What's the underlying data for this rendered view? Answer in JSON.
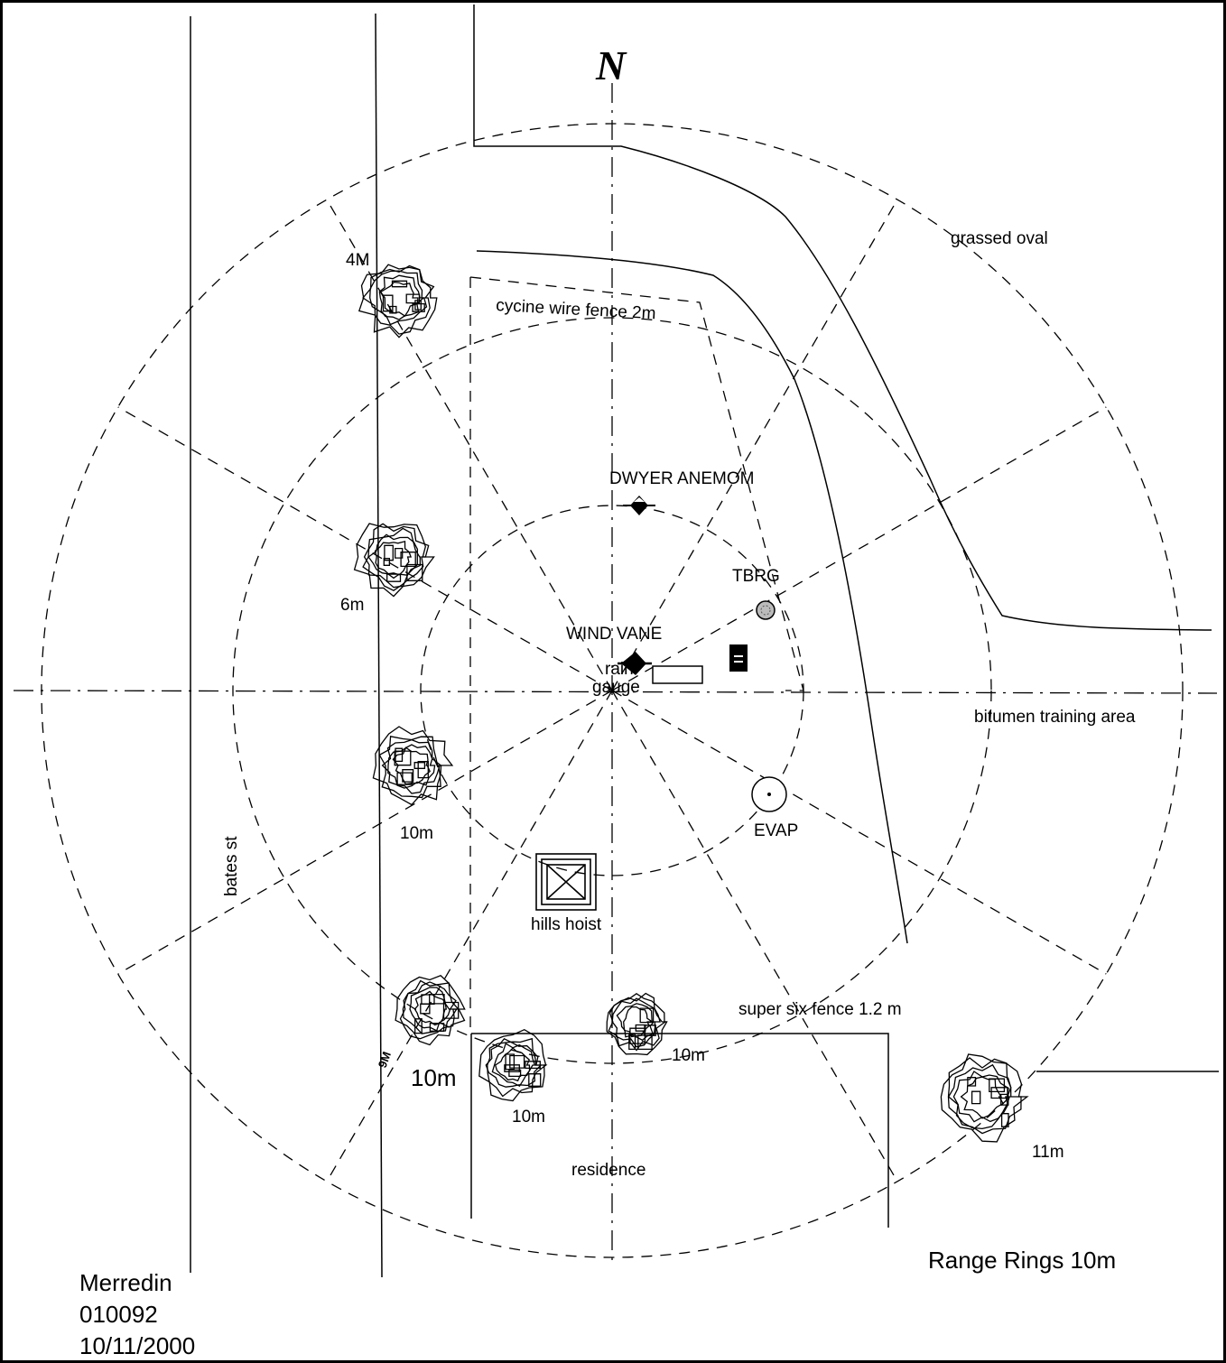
{
  "north_label": "N",
  "legend": "Range Rings 10m",
  "station": {
    "name": "Merredin",
    "number": "010092",
    "date": "10/11/2000"
  },
  "labels": {
    "grassed_oval": "grassed oval",
    "cyclone_fence": "cycine wire fence 2m",
    "dwyer": "DWYER ANEMOM",
    "tbrg": "TBRG",
    "wind_vane": "WIND VANE",
    "rain_gauge_1": "rain",
    "rain_gauge_2": "gauge",
    "bitumen": "bitumen training area",
    "evap": "EVAP",
    "hills_hoist": "hills hoist",
    "super_six": "super six fence 1.2 m",
    "residence": "residence",
    "bates_st": "bates st",
    "tree_4m": "4M",
    "tree_6m": "6m",
    "tree_10m_a": "10m",
    "tree_10m_big": "10m",
    "tree_10m_b": "10m",
    "tree_10m_c": "10m",
    "tree_11m": "11m",
    "tree_small": "9M"
  }
}
